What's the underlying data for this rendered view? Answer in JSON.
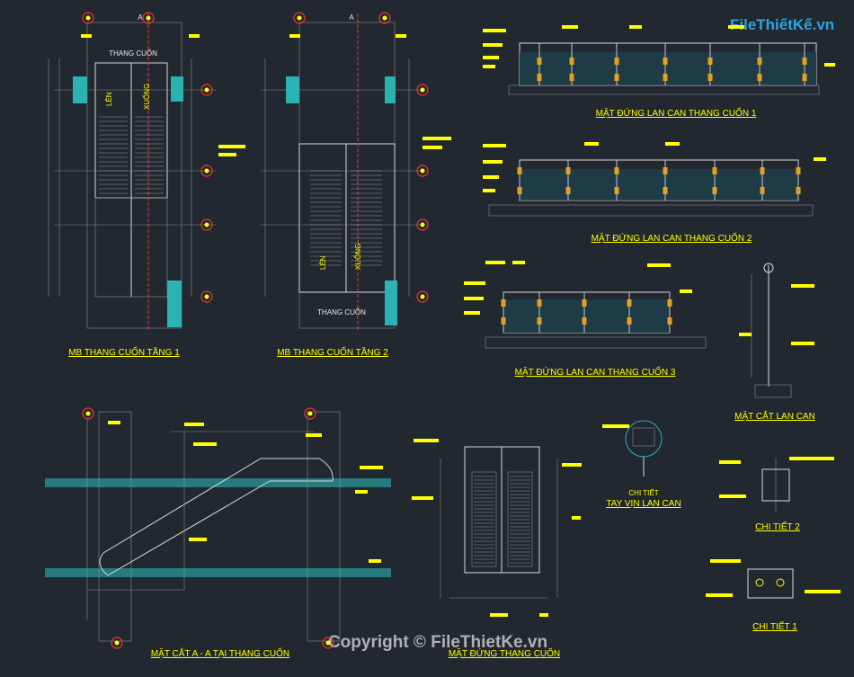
{
  "logo": {
    "text": "FileThiếtKế.vn"
  },
  "watermark": {
    "text": "Copyright © FileThietKe.vn"
  },
  "plans": {
    "top_left_label": "THANG CUỐN",
    "top_right_label": "THANG CUỐN",
    "axis_a": "A",
    "up_1": "LÊN",
    "down_1": "XUỐNG",
    "up_2": "LÊN",
    "down_2": "XUỐNG"
  },
  "titles": {
    "plan_1": "MB THANG CUỐN TẦNG 1",
    "plan_2": "MB THANG CUỐN TẦNG 2",
    "elev_1": "MẶT ĐỨNG LAN CAN THANG CUỐN 1",
    "elev_2": "MẶT ĐỨNG LAN CAN THANG CUỐN 2",
    "elev_3": "MẶT ĐỨNG LAN CAN THANG CUỐN 3",
    "railing_section": "MẶT CẮT LAN CAN",
    "section_aa": "MẶT CẮT A - A TẠI THANG CUỐN",
    "front_elev": "MẶT ĐỨNG THANG CUỐN",
    "handrail_line1": "CHI TIẾT",
    "handrail_line2": "TAY VỊN LAN CAN",
    "detail_2": "CHI TIẾT 2",
    "detail_1": "CHI TIẾT 1"
  },
  "colors": {
    "background": "#212830",
    "annotation": "#ffff00",
    "linework": "#d9d9d9",
    "axis": "#ff3030",
    "wall": "#2bb3b3"
  }
}
